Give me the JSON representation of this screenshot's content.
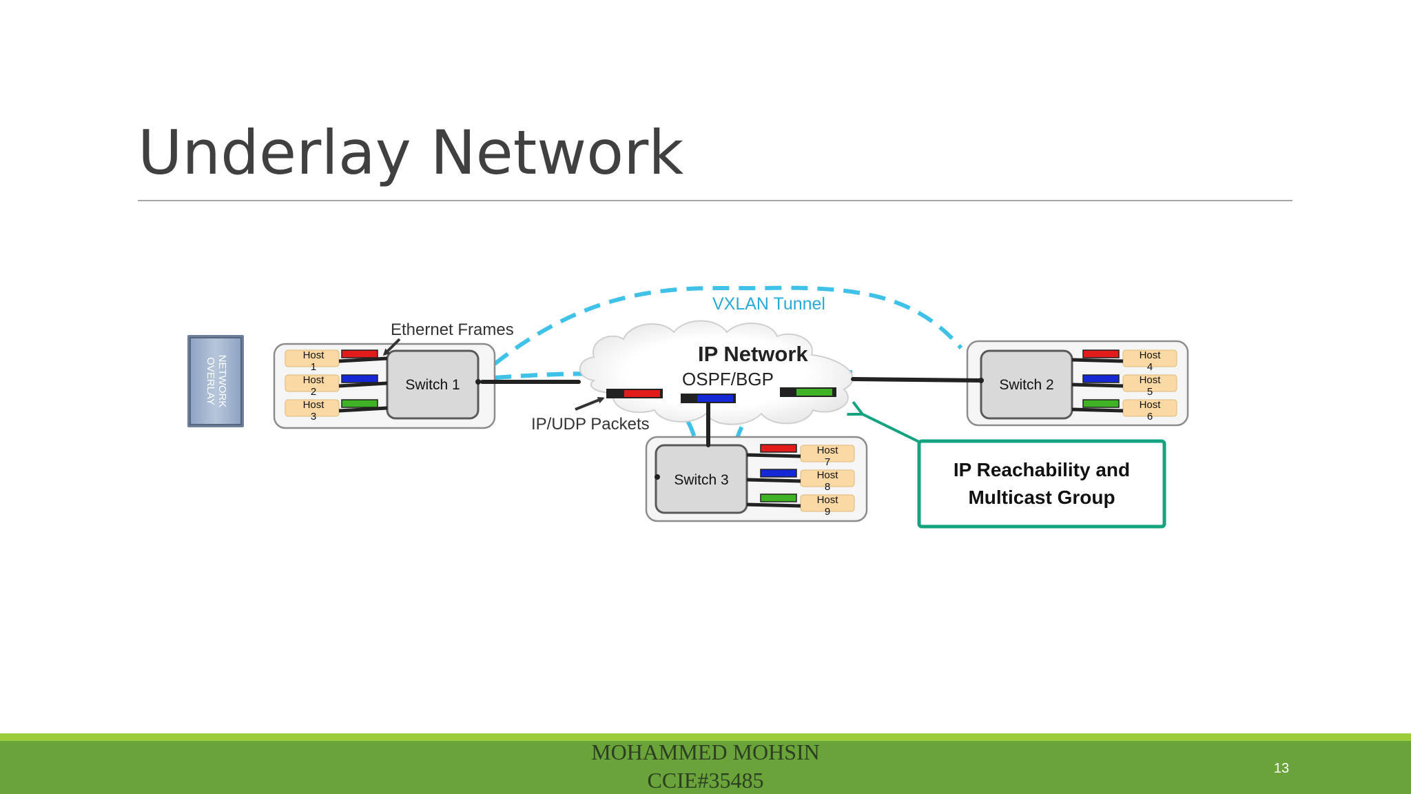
{
  "slide": {
    "title": "Underlay Network",
    "page_number": "13"
  },
  "footer": {
    "author": "MOHAMMED MOHSIN",
    "cert_id": "CCIE#35485"
  },
  "diagram": {
    "overlay_box_label_line1": "NETWORK",
    "overlay_box_label_line2": "OVERLAY",
    "labels": {
      "ethernet_frames": "Ethernet Frames",
      "vxlan_tunnel": "VXLAN Tunnel",
      "ip_network": "IP Network",
      "ospf_bgp": "OSPF/BGP",
      "ip_udp_packets": "IP/UDP Packets",
      "callout_line1": "IP Reachability and",
      "callout_line2": "Multicast Group"
    },
    "switches": [
      "Switch 1",
      "Switch 2",
      "Switch 3"
    ],
    "host_word": "Host",
    "hosts": [
      "1",
      "2",
      "3",
      "4",
      "5",
      "6",
      "7",
      "8",
      "9"
    ],
    "colors": {
      "tunnel": "#3fc1e8",
      "red_frame": "#e21b1b",
      "blue_frame": "#1428d6",
      "green_frame": "#3fb325",
      "host_fill": "#fbd9a4",
      "callout_border": "#14a37f",
      "switch_fill": "#d9d9d9"
    }
  }
}
